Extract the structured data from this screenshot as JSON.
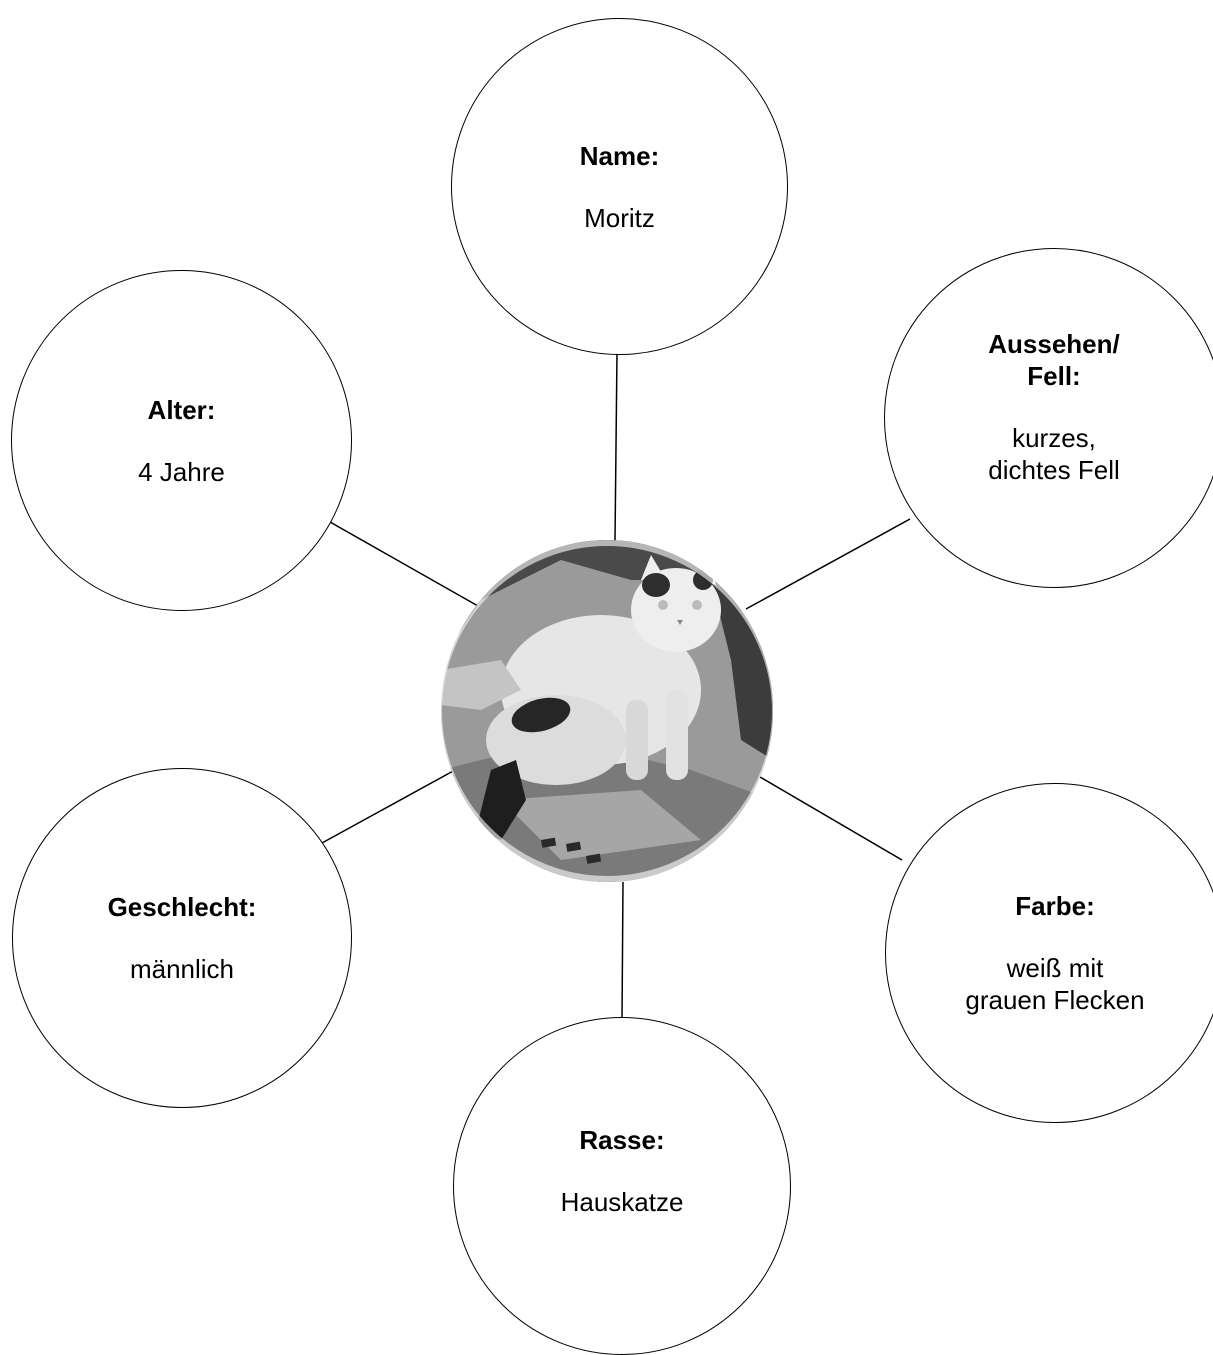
{
  "center": {
    "photo_icon": "cat-photo"
  },
  "bubbles": {
    "name": {
      "title": "Name:",
      "value": "Moritz"
    },
    "alter": {
      "title": "Alter:",
      "value": "4 Jahre"
    },
    "aussehen": {
      "title": "Aussehen/\nFell:",
      "value": "kurzes,\ndichtes Fell"
    },
    "geschlecht": {
      "title": "Geschlecht:",
      "value": "männlich"
    },
    "farbe": {
      "title": "Farbe:",
      "value": "weiß mit\ngrauen Flecken"
    },
    "rasse": {
      "title": "Rasse:",
      "value": "Hauskatze"
    }
  }
}
